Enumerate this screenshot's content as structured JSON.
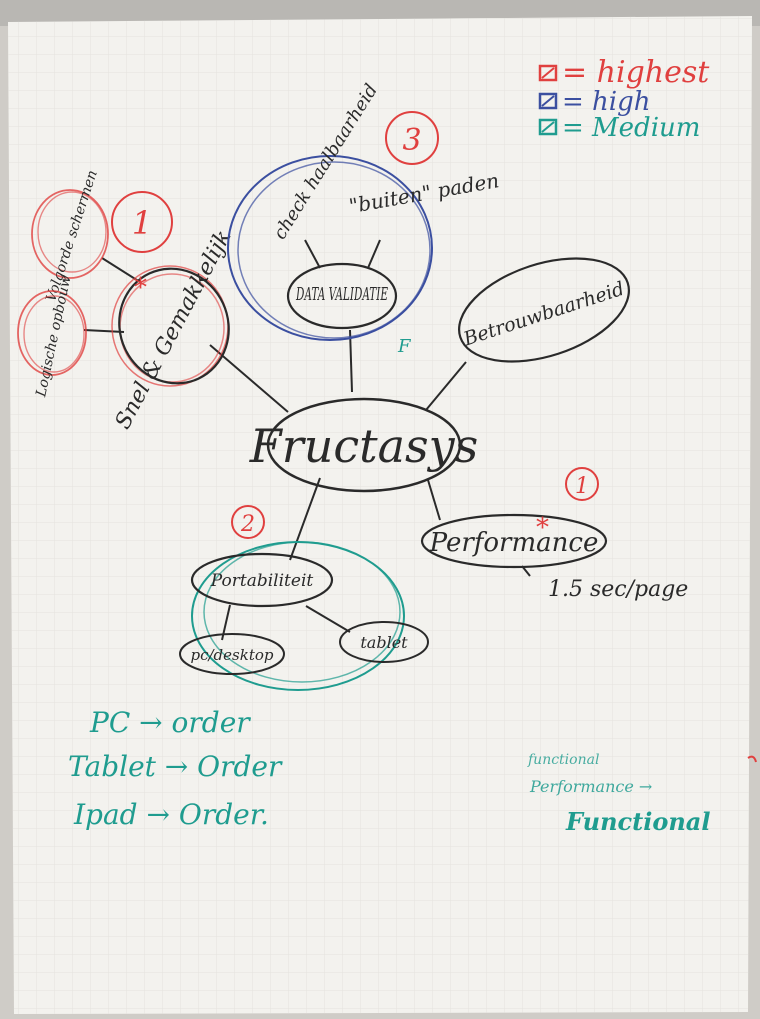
{
  "legend": {
    "items": [
      {
        "label": "= highest",
        "color": "#e0403f"
      },
      {
        "label": "= high",
        "color": "#3b4fa0"
      },
      {
        "label": "= Medium",
        "color": "#1f9c8f"
      }
    ]
  },
  "center": {
    "label": "Fructasys"
  },
  "nodes": {
    "snel": {
      "label": "Snel & Gemakkelijk",
      "priority": "1"
    },
    "volgorde": {
      "label": "Volgorde schermen"
    },
    "logische": {
      "label": "Logische opbouw"
    },
    "data": {
      "label": "DATA VALIDATIE",
      "priority": "3",
      "mark": "F"
    },
    "check": {
      "label": "check haalbaarheid"
    },
    "buiten": {
      "label": "\"buiten\" paden"
    },
    "betrouw": {
      "label": "Betrouwbaarheid"
    },
    "performance": {
      "label": "Performance",
      "priority": "1",
      "note": "1.5 sec/page"
    },
    "portab": {
      "label": "Portabiliteit",
      "priority": "2"
    },
    "pc": {
      "label": "pc/desktop"
    },
    "tablet": {
      "label": "tablet"
    }
  },
  "notes_left": [
    "PC → order",
    "Tablet → Order",
    "Ipad → Order."
  ],
  "notes_right": [
    "functional",
    "Performance →",
    "Functional"
  ],
  "colors": {
    "paper": "#f3f2ee",
    "grid": "#e2e1dc",
    "ink": "#2a2a2a",
    "red": "#e0403f",
    "blue": "#3b4fa0",
    "teal": "#1f9c8f"
  }
}
